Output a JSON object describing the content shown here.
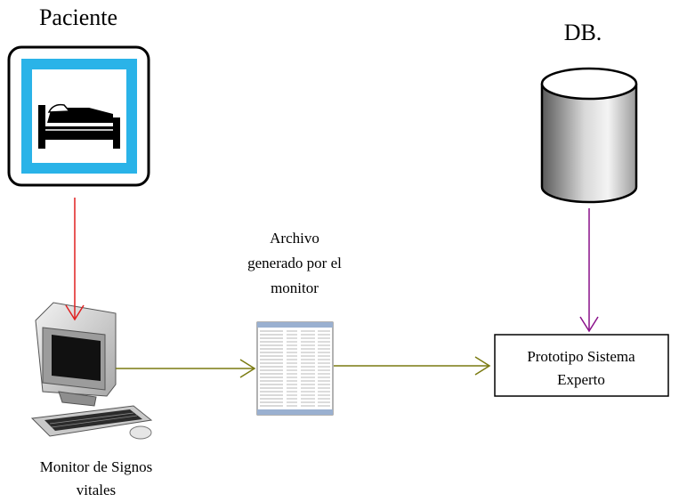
{
  "nodes": {
    "patient": {
      "label": "Paciente",
      "icon": "bed-icon"
    },
    "database": {
      "label": "DB.",
      "icon": "cylinder-icon"
    },
    "monitor": {
      "label_line1": "Monitor de Signos",
      "label_line2": "vitales",
      "icon": "computer-monitor-icon"
    },
    "file": {
      "label_line1": "Archivo",
      "label_line2": "generado por el",
      "label_line3": "monitor",
      "icon": "spreadsheet-file-icon"
    },
    "expert_system": {
      "label_line1": "Prototipo Sistema",
      "label_line2": "Experto"
    }
  },
  "edges": [
    {
      "from": "patient",
      "to": "monitor",
      "color": "#e02020"
    },
    {
      "from": "monitor",
      "to": "file",
      "color": "#7a7a10"
    },
    {
      "from": "file",
      "to": "expert_system",
      "color": "#7a7a10"
    },
    {
      "from": "database",
      "to": "expert_system",
      "color": "#8a108a"
    }
  ],
  "colors": {
    "patient_frame": "#2ab3e8",
    "edge_red": "#e02020",
    "edge_olive": "#7a7a10",
    "edge_purple": "#8a108a"
  }
}
